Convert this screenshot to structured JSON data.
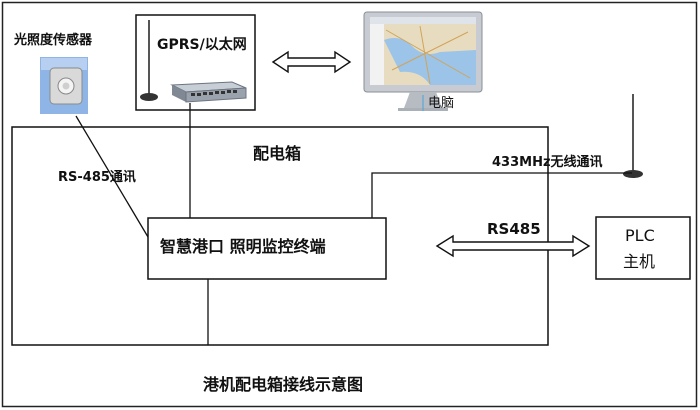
{
  "diagram": {
    "labels": {
      "light_sensor": "光照度传感器",
      "gprs": "GPRS/以太网",
      "computer": "电脑",
      "distribution_box": "配电箱",
      "wireless": "433MHz无线通讯",
      "rs485_comm": "RS-485通讯",
      "terminal": "智慧港口 照明监控终端",
      "rs485": "RS485",
      "plc_line1": "PLC",
      "plc_line2": "主机",
      "caption": "港机配电箱接线示意图"
    },
    "colors": {
      "line": "#1a1a1a",
      "sensor_bg": "#8fb5e6",
      "sensor_body": "#d9d9d9",
      "switch_body": "#9aa3ad",
      "monitor_frame": "#c8ccd2",
      "screen_map": "#e8dcc0",
      "water": "#9cc3e8"
    }
  }
}
